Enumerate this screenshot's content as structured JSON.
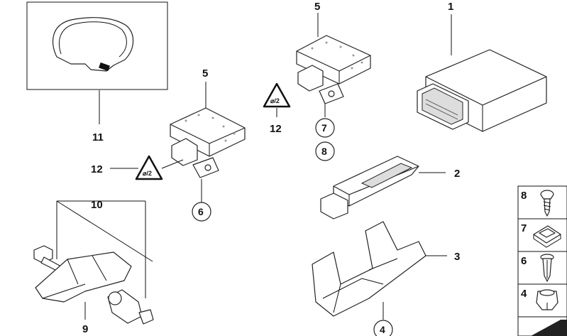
{
  "callouts": {
    "c1": "1",
    "c2": "2",
    "c3": "3",
    "c4": "4",
    "c5a": "5",
    "c5b": "5",
    "c6": "6",
    "c7": "7",
    "c8": "8",
    "c9": "9",
    "c10": "10",
    "c11": "11",
    "c12a": "12",
    "c12b": "12"
  },
  "side_panel": {
    "p8": "8",
    "p7": "7",
    "p6": "6",
    "p4": "4"
  },
  "warning_glyph": "⌀/2"
}
